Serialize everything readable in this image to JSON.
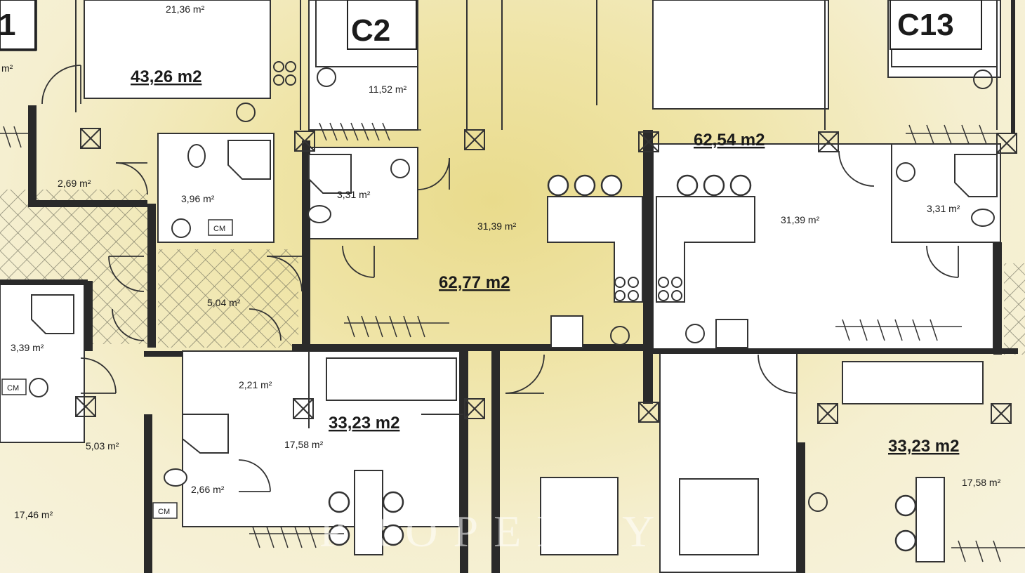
{
  "plan": {
    "unit_codes": [
      "1",
      "C2",
      "C13"
    ],
    "unit_areas": [
      "43,26 m2",
      "62,77 m2",
      "62,54 m2",
      "33,23 m2",
      "33,23 m2"
    ],
    "room_areas": {
      "r1": "21,36 m²",
      "r2": "11,52 m²",
      "r3": "2,69 m²",
      "r4": "3,96 m²",
      "r5": "3,31 m²",
      "r6": "31,39 m²",
      "r7": "31,39 m²",
      "r8": "3,31 m²",
      "r9": "5,04 m²",
      "r10": "3,39 m²",
      "r11": "2,21 m²",
      "r12": "17,58 m²",
      "r13": "5,03 m²",
      "r14": "2,66 m²",
      "r15": "17,46 m²",
      "r16": "17,58 m²",
      "r17": "m²"
    },
    "appliance_label": "CM"
  },
  "watermark": "PROPERTY M"
}
